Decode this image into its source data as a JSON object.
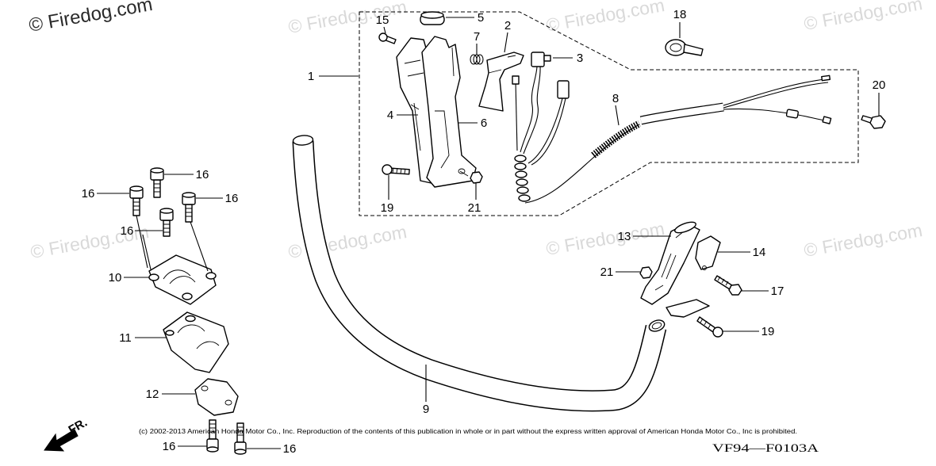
{
  "watermark": "© Firedog.com",
  "callouts": {
    "p1": "1",
    "p2": "2",
    "p3": "3",
    "p4": "4",
    "p5": "5",
    "p6": "6",
    "p7": "7",
    "p8": "8",
    "p9": "9",
    "p10": "10",
    "p11": "11",
    "p12": "12",
    "p13": "13",
    "p14": "14",
    "p15": "15",
    "p16": "16",
    "p17": "17",
    "p18": "18",
    "p19": "19",
    "p20": "20",
    "p21": "21"
  },
  "copyright": "(c) 2002-2013 American Honda Motor Co., Inc. Reproduction of the contents of this publication in whole or in part without the express written approval of American Honda Motor Co., Inc is prohibited.",
  "diagram_code": "VF94—F0103A",
  "front_label": "FR."
}
